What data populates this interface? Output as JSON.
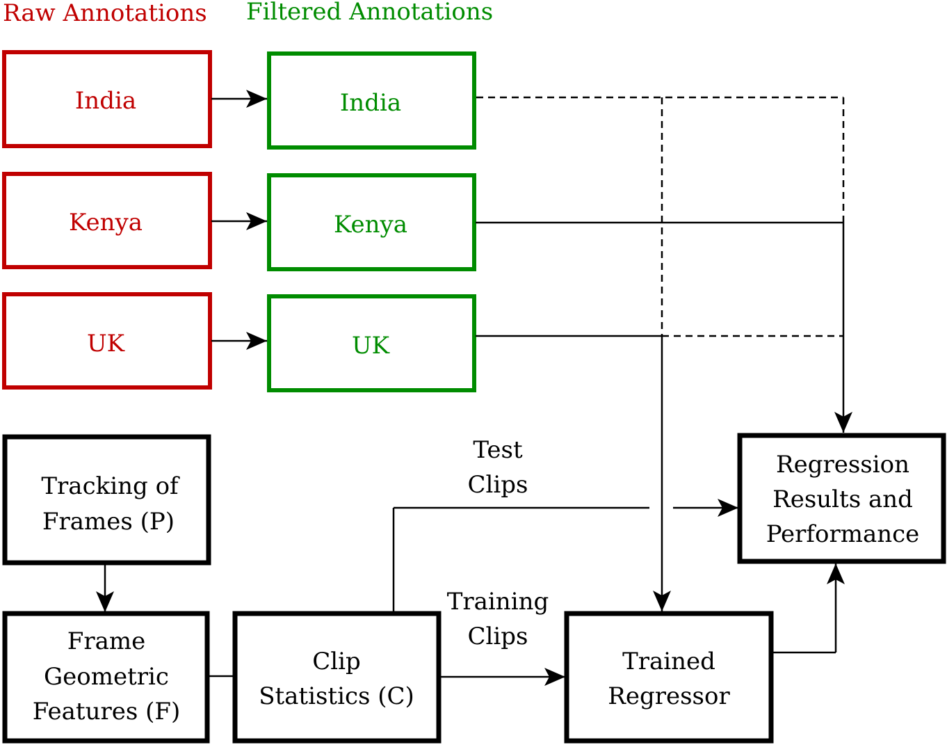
{
  "headers": {
    "raw": "Raw Annotations",
    "filtered": "Filtered Annotations"
  },
  "raw_boxes": [
    "India",
    "Kenya",
    "UK"
  ],
  "filtered_boxes": [
    "India",
    "Kenya",
    "UK"
  ],
  "tracking": {
    "line1": "Tracking of",
    "line2": "Frames (P)"
  },
  "frame_features": {
    "line1": "Frame",
    "line2": "Geometric",
    "line3": "Features (F)"
  },
  "clip_stats": {
    "line1": "Clip",
    "line2": "Statistics (C)"
  },
  "trained": {
    "line1": "Trained",
    "line2": "Regressor"
  },
  "results": {
    "line1": "Regression",
    "line2": "Results and",
    "line3": "Performance"
  },
  "edge_labels": {
    "test_line1": "Test",
    "test_line2": "Clips",
    "train_line1": "Training",
    "train_line2": "Clips"
  },
  "colors": {
    "raw": "#c00000",
    "filtered": "#008c00",
    "process": "#000000"
  }
}
